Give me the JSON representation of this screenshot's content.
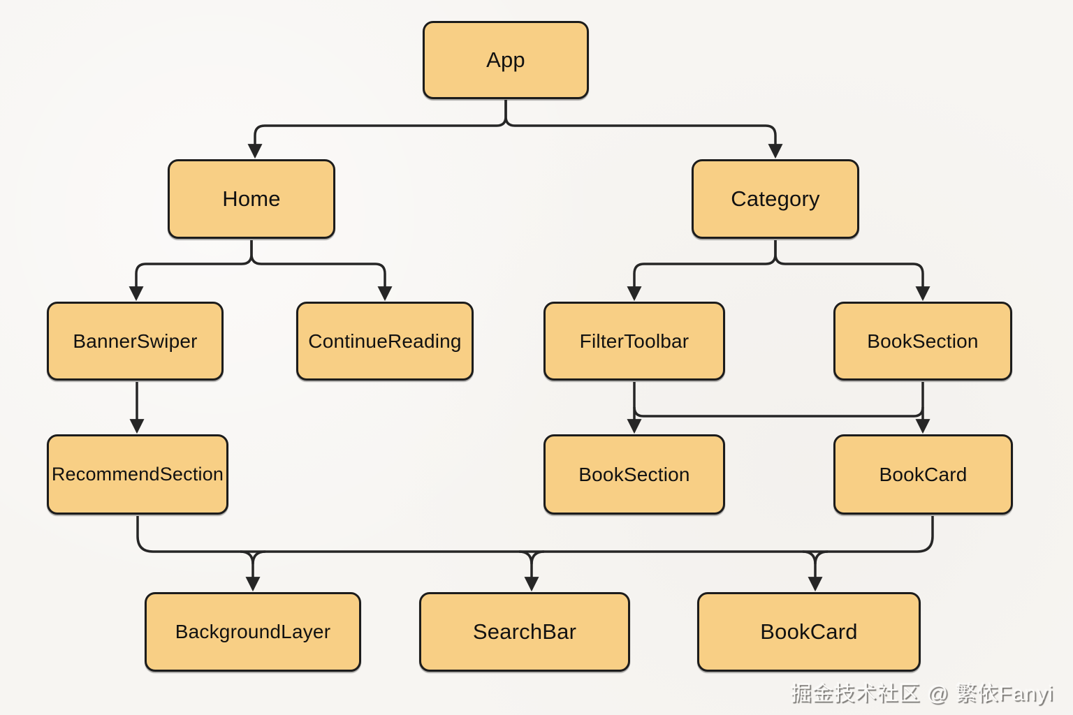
{
  "diagram": {
    "type": "component-tree-flowchart",
    "nodes": {
      "app": {
        "label": "App"
      },
      "home": {
        "label": "Home"
      },
      "category": {
        "label": "Category"
      },
      "bannerSwiper": {
        "label": "BannerSwiper"
      },
      "continueReading": {
        "label": "ContinueReading"
      },
      "filterToolbar": {
        "label": "FilterToolbar"
      },
      "bookSection1": {
        "label": "BookSection"
      },
      "recommendSection": {
        "label": "RecommendSection"
      },
      "bookSection2": {
        "label": "BookSection"
      },
      "bookCardMid": {
        "label": "BookCard"
      },
      "backgroundLayer": {
        "label": "BackgroundLayer"
      },
      "searchBar": {
        "label": "SearchBar"
      },
      "bookCardBottom": {
        "label": "BookCard"
      }
    },
    "edges": [
      {
        "from": "App",
        "to": "Home"
      },
      {
        "from": "App",
        "to": "Category"
      },
      {
        "from": "Home",
        "to": "BannerSwiper"
      },
      {
        "from": "Home",
        "to": "ContinueReading"
      },
      {
        "from": "Category",
        "to": "FilterToolbar"
      },
      {
        "from": "Category",
        "to": "BookSection"
      },
      {
        "from": "BannerSwiper",
        "to": "RecommendSection"
      },
      {
        "from": "FilterToolbar",
        "to": "BookSection"
      },
      {
        "from": "BookSection",
        "to": "BookCard"
      },
      {
        "from": "RecommendSection",
        "to": "BackgroundLayer"
      },
      {
        "from": "RecommendSection",
        "to": "SearchBar"
      },
      {
        "from": "BookCard",
        "to": "BookCard"
      }
    ],
    "colors": {
      "node_fill": "#f8cf85",
      "node_border": "#1c1c1c",
      "line": "#262626",
      "background": "#f7f5f2"
    }
  },
  "watermark": {
    "text": "掘金技术社区 @ 繁依Fanyi"
  }
}
